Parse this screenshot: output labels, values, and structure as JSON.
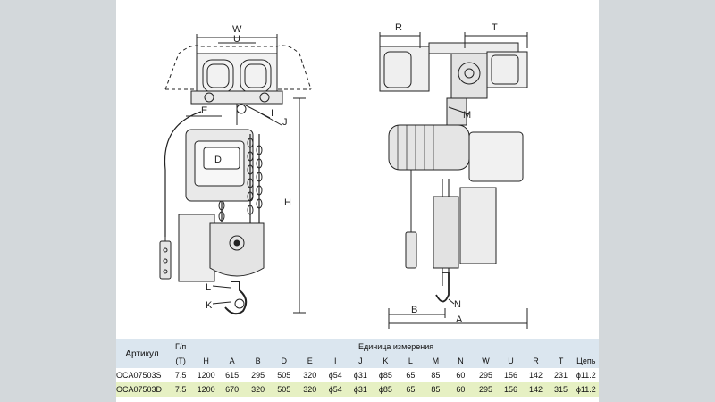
{
  "drawing": {
    "dimension_labels": {
      "W": "W",
      "U": "U",
      "E": "E",
      "I": "I",
      "J": "J",
      "D": "D",
      "H": "H",
      "L": "L",
      "K": "K",
      "R": "R",
      "T": "T",
      "M": "M",
      "N": "N",
      "B": "B",
      "A": "A"
    }
  },
  "table": {
    "article_header": "Артикул",
    "capacity_header_line1": "Г/п",
    "capacity_header_line2": "(T)",
    "units_header": "Единица измерения",
    "columns": [
      "H",
      "A",
      "B",
      "D",
      "E",
      "I",
      "J",
      "K",
      "L",
      "M",
      "N",
      "W",
      "U",
      "R",
      "T",
      "Цепь"
    ],
    "rows": [
      {
        "article": "OCA07503S",
        "capacity": "7.5",
        "values": [
          "1200",
          "615",
          "295",
          "505",
          "320",
          "ϕ54",
          "ϕ31",
          "ϕ85",
          "65",
          "85",
          "60",
          "295",
          "156",
          "142",
          "231",
          "ϕ11.2"
        ]
      },
      {
        "article": "OCA07503D",
        "capacity": "7.5",
        "values": [
          "1200",
          "670",
          "320",
          "505",
          "320",
          "ϕ54",
          "ϕ31",
          "ϕ85",
          "65",
          "85",
          "60",
          "295",
          "156",
          "142",
          "315",
          "ϕ11.2"
        ]
      }
    ]
  },
  "colors": {
    "background": "#d3d8db",
    "header_fill": "#dbe6ef",
    "highlight_row": "#e6f0c3",
    "line": "#222222"
  }
}
